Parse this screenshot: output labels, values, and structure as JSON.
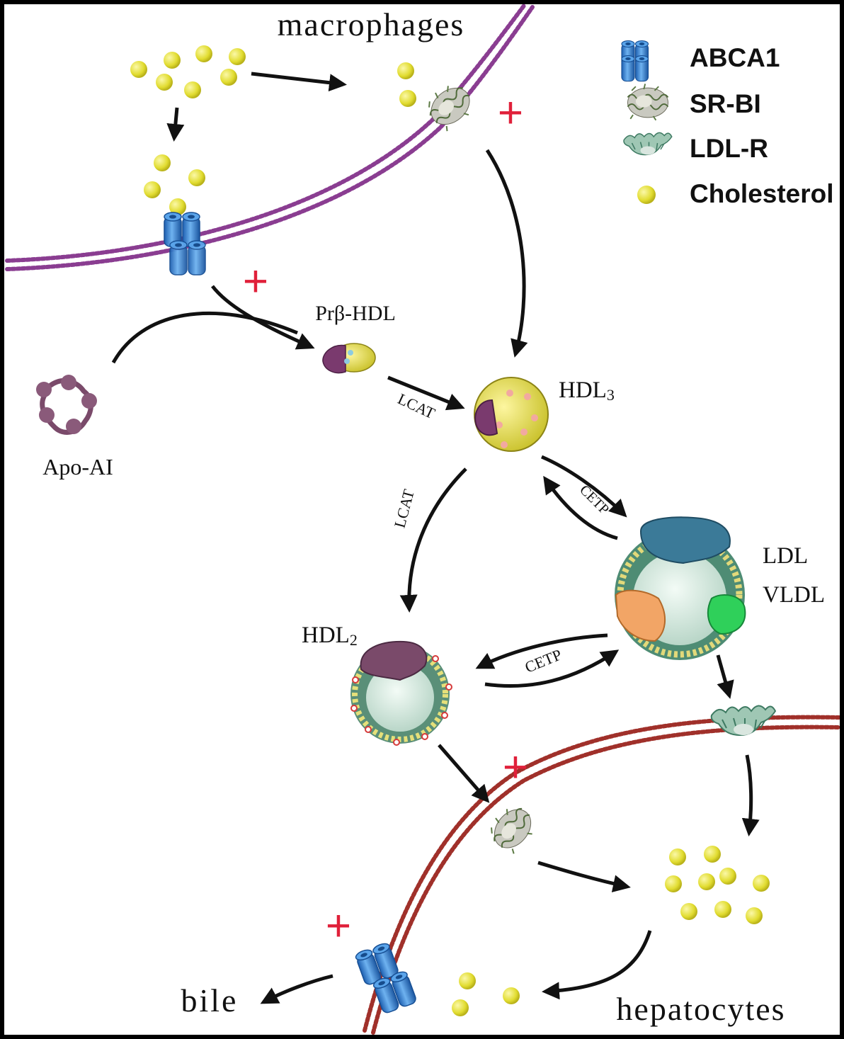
{
  "title_top": "macrophages",
  "title_bottom": "hepatocytes",
  "bile_label": "bile",
  "legend": [
    {
      "icon": "abca1-icon",
      "label": "ABCA1"
    },
    {
      "icon": "sr-bi-icon",
      "label": "SR-BI"
    },
    {
      "icon": "ldl-r-icon",
      "label": "LDL-R"
    },
    {
      "icon": "cholesterol-icon",
      "label": "Cholesterol"
    }
  ],
  "labels": {
    "pre_beta_hdl": "Prβ-HDL",
    "apo_ai": "Apo-AI",
    "hdl3_main": "HDL",
    "hdl3_sub": "3",
    "hdl2_main": "HDL",
    "hdl2_sub": "2",
    "ldl": "LDL",
    "vldl": "VLDL",
    "lcat_1": "LCAT",
    "lcat_2": "LCAT",
    "cetp_1": "CETP",
    "cetp_2": "CETP",
    "plus": "+"
  },
  "colors": {
    "membrane_macrophage": "#8a3d91",
    "membrane_hepatocyte": "#a0302a",
    "cholesterol": "#e3e03a",
    "abca1": "#2f7fd0",
    "plus": "#e0203a",
    "arrow": "#111111",
    "apo_ai": "#7a4a6a",
    "border": "#000000"
  }
}
